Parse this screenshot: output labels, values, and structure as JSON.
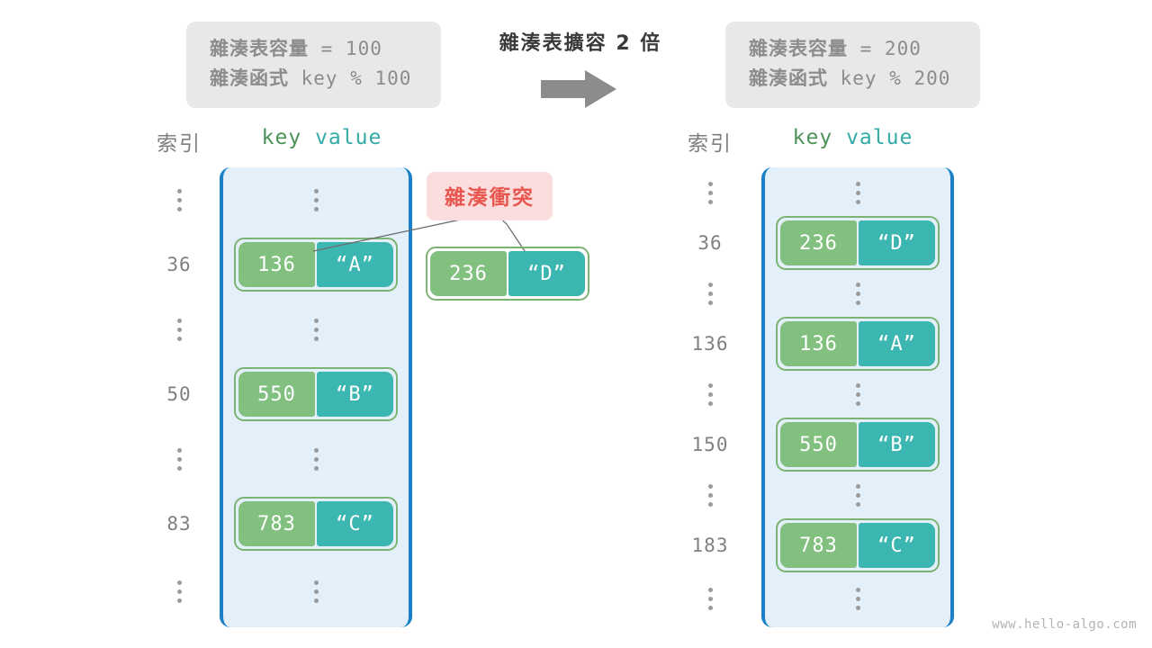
{
  "caption": "雜湊表擴容 2 倍",
  "arrow_color": "#8c8c8c",
  "watermark": "www.hello-algo.com",
  "colors": {
    "key_fill": "#82c080",
    "value_fill": "#3cb6b1",
    "pair_border": "#7cb573",
    "bucket_fill": "#e3eff9",
    "bucket_border": "#1b80c8",
    "info_box_bg": "#e8e8e8",
    "info_text": "#8c8c8c",
    "badge_bg": "#fbdddd",
    "badge_text": "#e8564f",
    "index_text": "#808080",
    "key_header": "#4d9259",
    "value_header": "#35aba6"
  },
  "info_left": {
    "line1_label": "雜湊表容量",
    "line1_value": " = 100",
    "line2_label": "雜湊函式",
    "line2_value": " key % 100"
  },
  "info_right": {
    "line1_label": "雜湊表容量",
    "line1_value": " = 200",
    "line2_label": "雜湊函式",
    "line2_value": " key % 200"
  },
  "collision_badge": "雜湊衝突",
  "float_pair": {
    "key": "236",
    "value": "“D”"
  },
  "left_table": {
    "header": {
      "index": "索引",
      "key": "key",
      "value": "value"
    },
    "rows": [
      {
        "index": "⋮",
        "type": "dots"
      },
      {
        "index": "36",
        "type": "pair",
        "key": "136",
        "value": "“A”"
      },
      {
        "index": "⋮",
        "type": "dots"
      },
      {
        "index": "50",
        "type": "pair",
        "key": "550",
        "value": "“B”"
      },
      {
        "index": "⋮",
        "type": "dots"
      },
      {
        "index": "83",
        "type": "pair",
        "key": "783",
        "value": "“C”"
      },
      {
        "index": "⋮",
        "type": "dots"
      }
    ]
  },
  "right_table": {
    "header": {
      "index": "索引",
      "key": "key",
      "value": "value"
    },
    "rows": [
      {
        "index": "⋮",
        "type": "dots"
      },
      {
        "index": "36",
        "type": "pair",
        "key": "236",
        "value": "“D”"
      },
      {
        "index": "⋮",
        "type": "dots"
      },
      {
        "index": "136",
        "type": "pair",
        "key": "136",
        "value": "“A”"
      },
      {
        "index": "⋮",
        "type": "dots"
      },
      {
        "index": "150",
        "type": "pair",
        "key": "550",
        "value": "“B”"
      },
      {
        "index": "⋮",
        "type": "dots"
      },
      {
        "index": "183",
        "type": "pair",
        "key": "783",
        "value": "“C”"
      },
      {
        "index": "⋮",
        "type": "dots"
      }
    ]
  }
}
